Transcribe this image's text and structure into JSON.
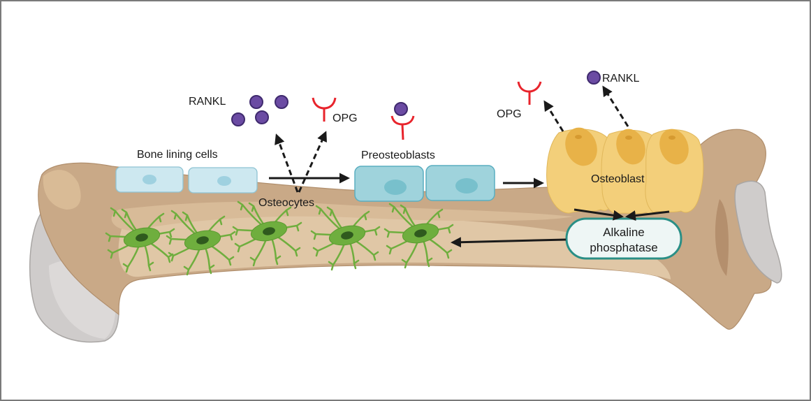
{
  "diagram": {
    "type": "bone-remodeling-cell-lineage",
    "labels": {
      "rankl_left": "RANKL",
      "opg_left": "OPG",
      "rankl_right": "RANKL",
      "opg_right": "OPG",
      "bone_lining_cells": "Bone lining cells",
      "osteocytes": "Osteocytes",
      "preosteoblasts": "Preosteoblasts",
      "osteoblast": "Osteoblast",
      "alp_line1": "Alkaline",
      "alp_line2": "phosphatase"
    },
    "nodes": [
      {
        "id": "bone-lining-cells",
        "label": "Bone lining cells",
        "count": 2
      },
      {
        "id": "preosteoblasts",
        "label": "Preosteoblasts",
        "count": 2
      },
      {
        "id": "osteoblast",
        "label": "Osteoblast",
        "count": 3
      },
      {
        "id": "alkaline-phosphatase",
        "label": "Alkaline phosphatase"
      },
      {
        "id": "osteocytes",
        "label": "Osteocytes",
        "count": 5
      },
      {
        "id": "rankl",
        "label": "RANKL"
      },
      {
        "id": "opg",
        "label": "OPG"
      }
    ],
    "edges": [
      {
        "from": "bone-lining-cells",
        "to": "preosteoblasts",
        "style": "solid"
      },
      {
        "from": "preosteoblasts",
        "to": "osteoblast",
        "style": "solid"
      },
      {
        "from": "osteoblast",
        "to": "alkaline-phosphatase",
        "style": "solid"
      },
      {
        "from": "alkaline-phosphatase",
        "to": "osteocytes",
        "style": "solid"
      },
      {
        "from": "osteocytes",
        "to": "rankl",
        "style": "dashed"
      },
      {
        "from": "osteocytes",
        "to": "opg",
        "style": "dashed"
      },
      {
        "from": "osteoblast",
        "to": "opg",
        "style": "dashed"
      },
      {
        "from": "osteoblast",
        "to": "rankl",
        "style": "dashed"
      }
    ],
    "colors": {
      "rankl": "#6b4ba3",
      "opg": "#e8242c",
      "bone_lining": "#cde8f0",
      "preosteoblast": "#9fd3dc",
      "osteoblast": "#f3cf7a",
      "osteocyte": "#6fae3e",
      "alp_border": "#2a8f86",
      "bone": "#c9a987",
      "cartilage": "#cfcccb"
    }
  }
}
